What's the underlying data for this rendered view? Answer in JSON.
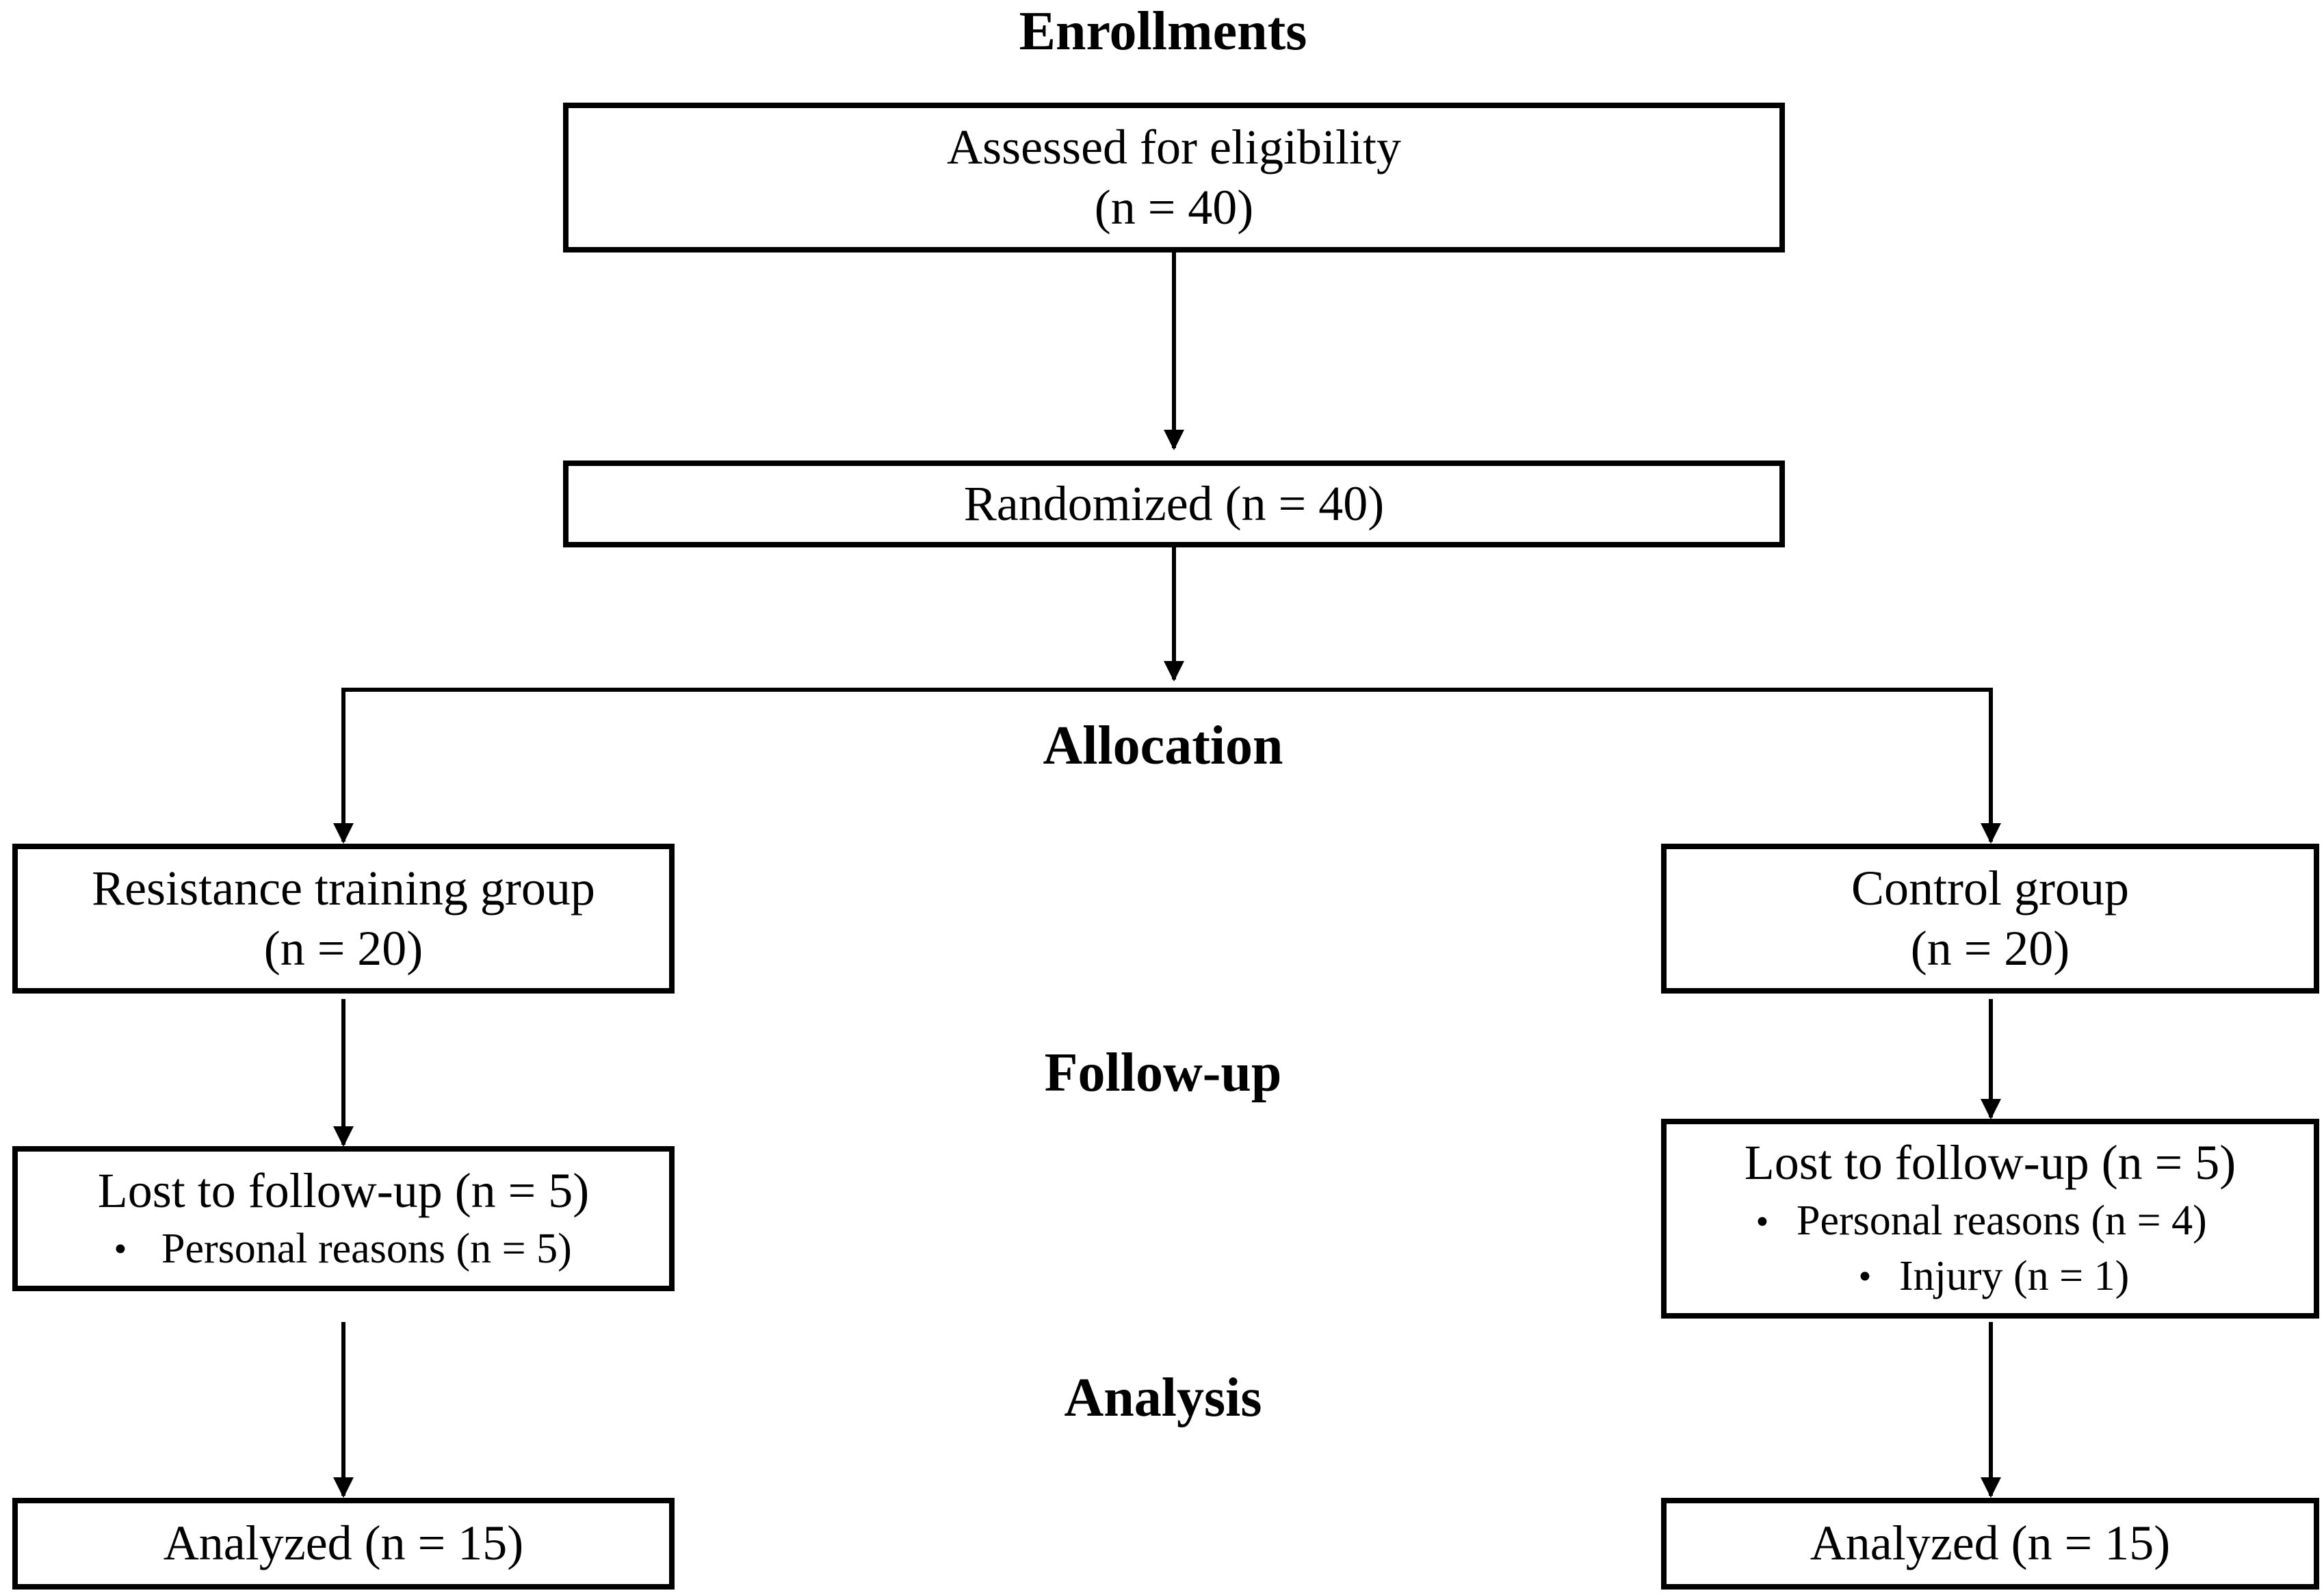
{
  "phases": {
    "enrollment": "Enrollments",
    "allocation": "Allocation",
    "follow_up": "Follow-up",
    "analysis": "Analysis"
  },
  "assessed": {
    "title": "Assessed for eligibility",
    "count": "(n = 40)"
  },
  "randomized": {
    "label": "Randomized (n = 40)"
  },
  "resistance_group": {
    "allocation": {
      "title": "Resistance training group",
      "count": "(n = 20)"
    },
    "lost": {
      "title": "Lost to follow-up (n = 5)",
      "reasons": [
        "Personal reasons (n = 5)"
      ]
    },
    "analyzed": "Analyzed (n = 15)"
  },
  "control_group": {
    "allocation": {
      "title": "Control group",
      "count": "(n = 20)"
    },
    "lost": {
      "title": "Lost to follow-up (n = 5)",
      "reasons": [
        "Personal reasons (n = 4)",
        "Injury (n = 1)"
      ]
    },
    "analyzed": "Analyzed (n = 15)"
  },
  "bullet_glyph": "•"
}
